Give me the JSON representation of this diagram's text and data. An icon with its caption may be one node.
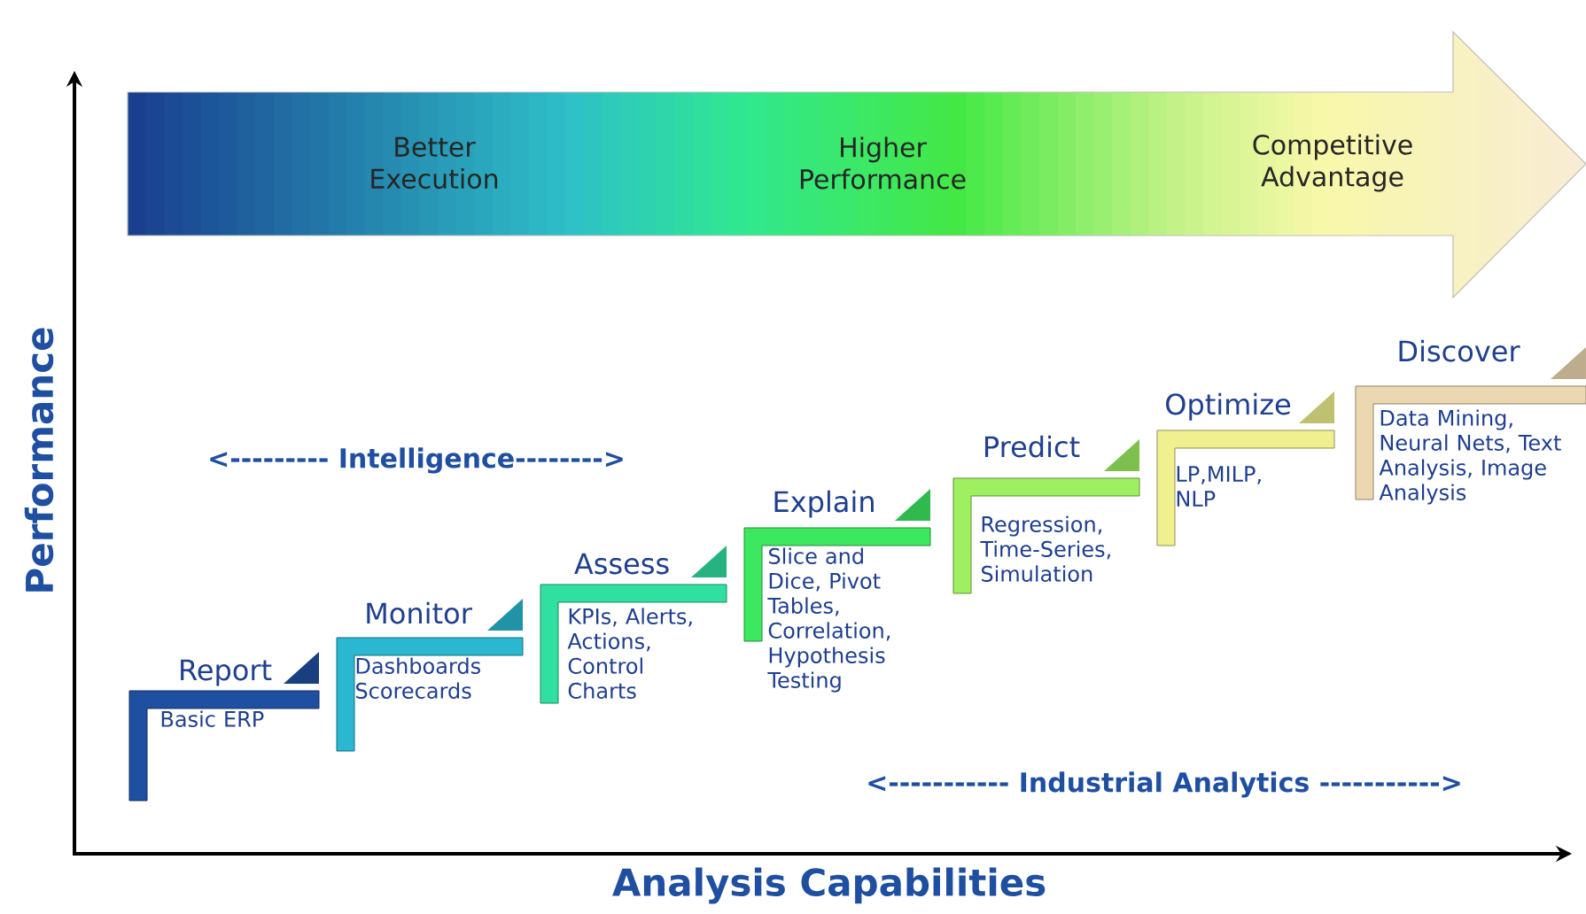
{
  "diagram": {
    "nodes": [
      {
        "text": [
          "Better Execution",
          "Higher Performance",
          "Competitive Advantage"
        ]
      },
      {
        "text": [
          "Report",
          "Basic ERP"
        ]
      },
      {
        "text": [
          "Monitor",
          "Dashboards Scorecards"
        ]
      },
      {
        "text": [
          "Assess",
          "KPIs, Alerts, Actions, Control Charts"
        ]
      },
      {
        "text": [
          "Explain",
          "Slice and Dice, Pivot Tables, Correlation, Hypothesis Testing"
        ]
      },
      {
        "text": [
          "Predict",
          "Regression, Time-Series, Simulation"
        ]
      },
      {
        "text": [
          "Optimize",
          "LP,MILP, NLP"
        ]
      },
      {
        "text": [
          "Discover",
          "Data Mining, Neural Nets, Text Analysis, Image Analysis"
        ]
      }
    ],
    "labels": [
      "<--------- Intelligence-------->",
      "<----------- Industrial Analytics ----------->",
      "Performance",
      "Analysis Capabilities"
    ]
  }
}
